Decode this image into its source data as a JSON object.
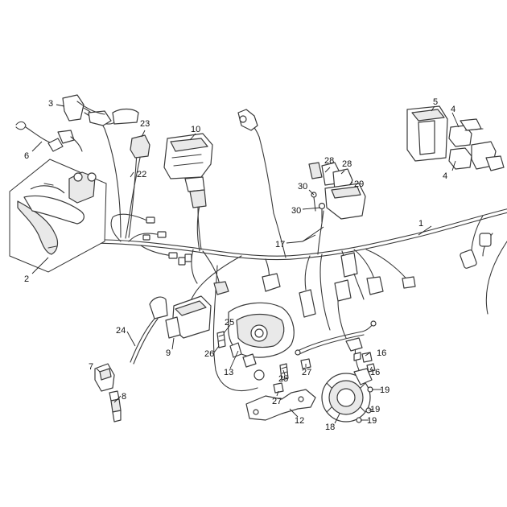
{
  "labels": [
    {
      "id": "1",
      "text": "1"
    },
    {
      "id": "2",
      "text": "2"
    },
    {
      "id": "3",
      "text": "3"
    },
    {
      "id": "4a",
      "text": "4"
    },
    {
      "id": "4b",
      "text": "4"
    },
    {
      "id": "5",
      "text": "5"
    },
    {
      "id": "6",
      "text": "6"
    },
    {
      "id": "7",
      "text": "7"
    },
    {
      "id": "8",
      "text": "8"
    },
    {
      "id": "9",
      "text": "9"
    },
    {
      "id": "10",
      "text": "10"
    },
    {
      "id": "12",
      "text": "12"
    },
    {
      "id": "13",
      "text": "13"
    },
    {
      "id": "16a",
      "text": "16"
    },
    {
      "id": "16b",
      "text": "16"
    },
    {
      "id": "17",
      "text": "17"
    },
    {
      "id": "18",
      "text": "18"
    },
    {
      "id": "19a",
      "text": "19"
    },
    {
      "id": "19b",
      "text": "19"
    },
    {
      "id": "19c",
      "text": "19"
    },
    {
      "id": "22",
      "text": "22"
    },
    {
      "id": "23",
      "text": "23"
    },
    {
      "id": "24",
      "text": "24"
    },
    {
      "id": "25a",
      "text": "25"
    },
    {
      "id": "25b",
      "text": "25"
    },
    {
      "id": "26",
      "text": "26"
    },
    {
      "id": "27a",
      "text": "27"
    },
    {
      "id": "27b",
      "text": "27"
    },
    {
      "id": "28a",
      "text": "28"
    },
    {
      "id": "28b",
      "text": "28"
    },
    {
      "id": "29",
      "text": "29"
    },
    {
      "id": "30a",
      "text": "30"
    },
    {
      "id": "30b",
      "text": "30"
    }
  ]
}
